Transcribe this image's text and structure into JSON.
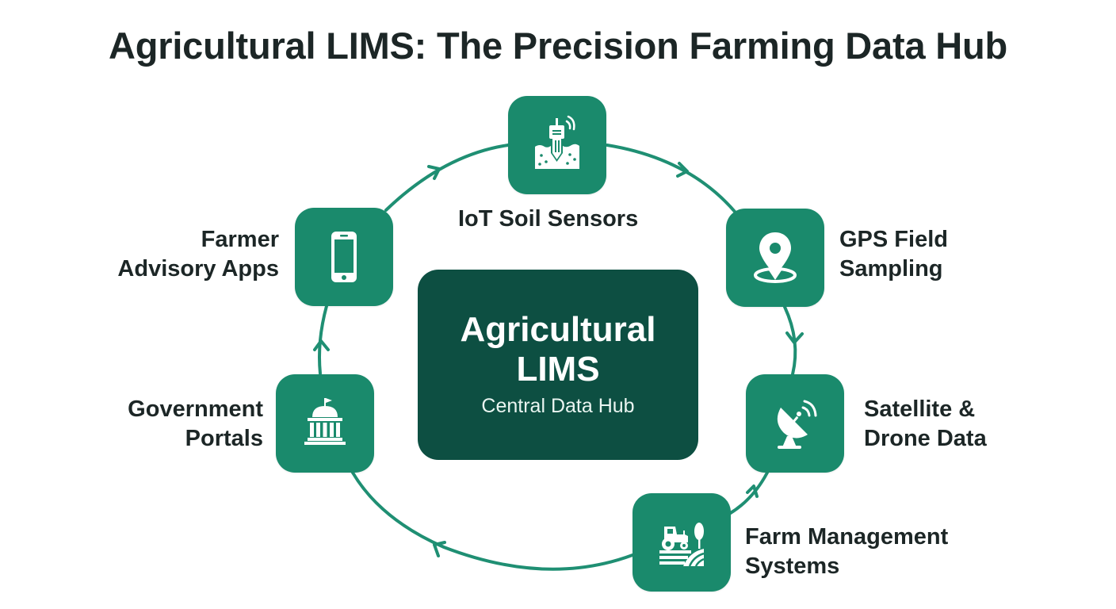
{
  "title": "Agricultural LIMS: The Precision Farming Data Hub",
  "hub": {
    "title_line1": "Agricultural",
    "title_line2": "LIMS",
    "subtitle": "Central Data Hub"
  },
  "nodes": [
    {
      "id": "iot",
      "icon": "soil-sensor-icon",
      "label_line1": "IoT Soil Sensors",
      "label_line2": ""
    },
    {
      "id": "gps",
      "icon": "map-pin-icon",
      "label_line1": "GPS Field",
      "label_line2": "Sampling"
    },
    {
      "id": "satellite",
      "icon": "satellite-dish-icon",
      "label_line1": "Satellite &",
      "label_line2": "Drone Data"
    },
    {
      "id": "farm",
      "icon": "tractor-field-icon",
      "label_line1": "Farm Management",
      "label_line2": "Systems"
    },
    {
      "id": "government",
      "icon": "government-building-icon",
      "label_line1": "Government",
      "label_line2": "Portals"
    },
    {
      "id": "advisory",
      "icon": "smartphone-icon",
      "label_line1": "Farmer",
      "label_line2": "Advisory Apps"
    }
  ],
  "colors": {
    "node_fill": "#1a8a6c",
    "hub_fill": "#0d4f42",
    "ring_stroke": "#1f8f73",
    "title_text": "#1c2626"
  },
  "flow_direction": "clockwise"
}
